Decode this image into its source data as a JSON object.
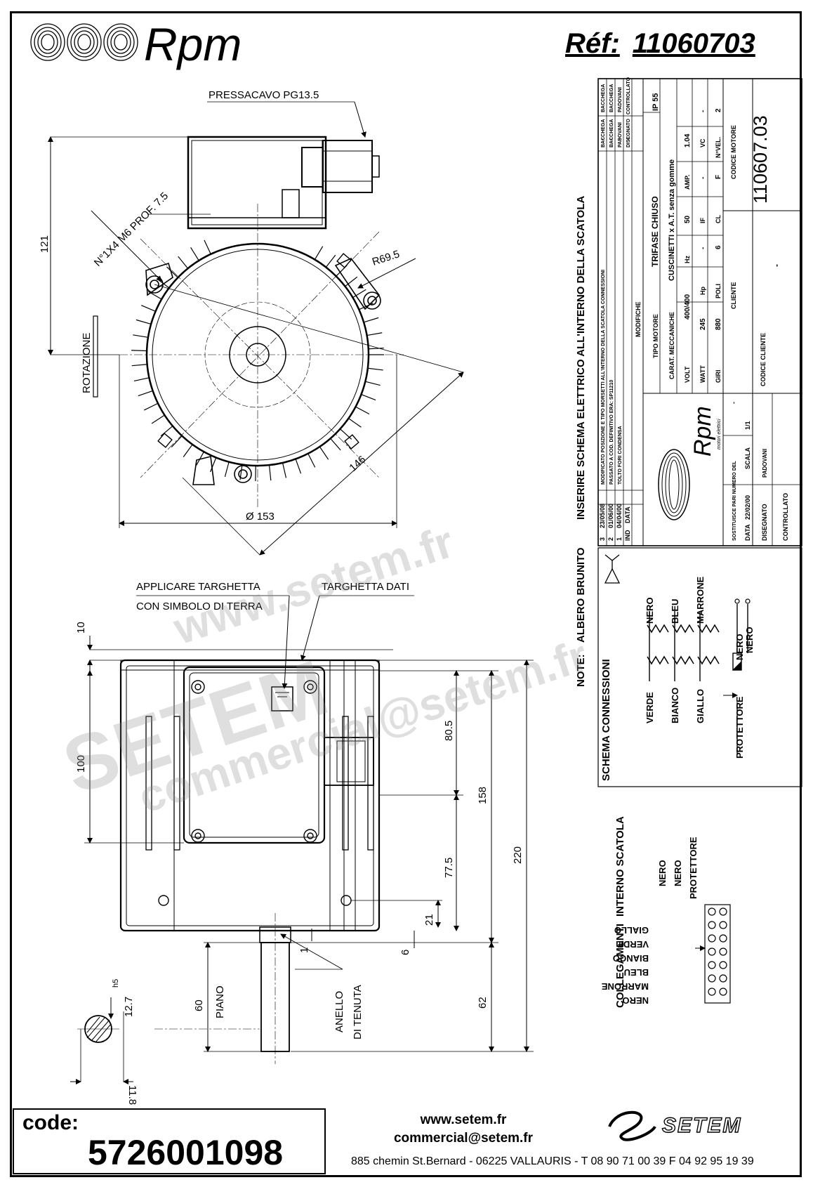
{
  "header": {
    "brand": "Rpm",
    "ref_label": "Réf:",
    "ref_value": "11060703"
  },
  "front_view": {
    "pressacavo": "PRESSACAVO PG13.5",
    "holes": "N°1X4 M6 PROF. 7.5",
    "radius": "R69.5",
    "height_121": "121",
    "rotation": "ROTAZIONE",
    "dim_146": "146",
    "diameter": "Ø 153"
  },
  "side_view": {
    "applicare_1": "APPLICARE TARGHETTA",
    "applicare_2": "CON SIMBOLO DI TERRA",
    "targhetta": "TARGHETTA DATI",
    "d10": "10",
    "d100": "100",
    "d80_5": "80.5",
    "d158": "158",
    "d220": "220",
    "d77_5": "77.5",
    "d21": "21",
    "d6": "6",
    "d1": "1",
    "d60": "60",
    "piano": "PIANO",
    "d62": "62",
    "anello_1": "ANELLO",
    "anello_2": "DI TENUTA",
    "h5": "h5",
    "d12_7": "12.7",
    "d11_8": "11.8"
  },
  "notes": {
    "note_label": "NOTE:",
    "albero": "ALBERO BRUNITO",
    "inserire": "INSERIRE SCHEMA ELETTRICO ALL'INTERNO DELLA SCATOLA"
  },
  "schema": {
    "title": "SCHEMA CONNESSIONI",
    "delta": "△",
    "star": "Y",
    "top_wires": [
      "NERO",
      "BLEU",
      "MARRONE"
    ],
    "bottom_wires": [
      "VERDE",
      "BIANCO",
      "GIALLO"
    ],
    "protettore": "PROTETTORE",
    "prot_wires": [
      "NERO",
      "NERO"
    ]
  },
  "collegamenti": {
    "title_1": "COLLEGAMENTI",
    "title_2": "INTERNO SCATOLA",
    "left_wires": [
      "GIALLO",
      "VERDE",
      "BIANCO",
      "BLEU",
      "MARRONE",
      "NERO"
    ],
    "right_wires": [
      "NERO",
      "NERO",
      "PROTETTORE"
    ]
  },
  "title_block": {
    "revisions": [
      {
        "ind": "3",
        "date": "23/05/08",
        "text": "MODIFICATO POSIZIONE E TIPO MORSETTI ALL'INTERNO DELLA SCATOLA CONNESSIONI",
        "designed": "BACCHEGA",
        "checked": "BACCHEGA"
      },
      {
        "ind": "2",
        "date": "01/06/00",
        "text": "PASSATO A COD. DEFINITIVO ERA: SP11210",
        "designed": "BACCHEGA",
        "checked": "BACCHEGA"
      },
      {
        "ind": "1",
        "date": "04/04/00",
        "text": "TOLTO FORI CONDENSA",
        "designed": "PADOVANI",
        "checked": "PADOVANI"
      }
    ],
    "rev_headers": {
      "ind": "IND",
      "data": "DATA",
      "modifiche": "MODIFICHE",
      "disegnato": "DISEGNATO",
      "controllato": "CONTROLLATO"
    },
    "tipo_motore_label": "TIPO MOTORE",
    "tipo_motore": "TRIFASE CHIUSO",
    "ip": "IP 55",
    "carat_label": "CARAT. MECCANICHE",
    "carat": "CUSCINETTI x A.T. senza gomme",
    "volt_label": "VOLT",
    "volt": "400/400",
    "hz_label": "Hz",
    "hz": "50",
    "amp_label": "AMP.",
    "amp": "1.04",
    "watt_label": "WATT",
    "watt": "245",
    "hp_label": "Hp",
    "hp": "-",
    "if_label": "IF",
    "if": "-",
    "vc_label": "VC",
    "vc": "-",
    "giri_label": "GIRI",
    "giri": "880",
    "poli_label": "POLI",
    "poli": "6",
    "cl_label": "CL",
    "cl": "F",
    "nvel_label": "N°VEL.",
    "nvel": "2",
    "cliente_label": "CLIENTE",
    "codice_motore_label": "CODICE MOTORE",
    "codice_motore": "110607.03",
    "codice_cliente_label": "CODICE CLIENTE",
    "codice_cliente": "-",
    "sostituisce_label": "SOSTITUISCE PARI NUMERO DEL",
    "sostituisce": "-",
    "data_label": "DATA",
    "data": "22/02/00",
    "scala_label": "SCALA",
    "scala": "1/1",
    "disegnato_label": "DISEGNATO",
    "disegnato": "PADOVANI",
    "controllato_label": "CONTROLLATO",
    "brand": "Rpm",
    "brand_sub": "motori elettrici",
    "dashes": [
      "-",
      "-",
      "-",
      "-"
    ]
  },
  "watermarks": [
    "www.setem.fr",
    "SETEM",
    "commercial@setem.fr"
  ],
  "footer": {
    "code_label": "code:",
    "code_value": "5726001098",
    "website": "www.setem.fr",
    "email": "commercial@setem.fr",
    "address": "885 chemin St.Bernard  -  06225 VALLAURIS  -  T 08 90 71 00 39   F 04 92 95 19 39",
    "setem": "SETEM"
  }
}
